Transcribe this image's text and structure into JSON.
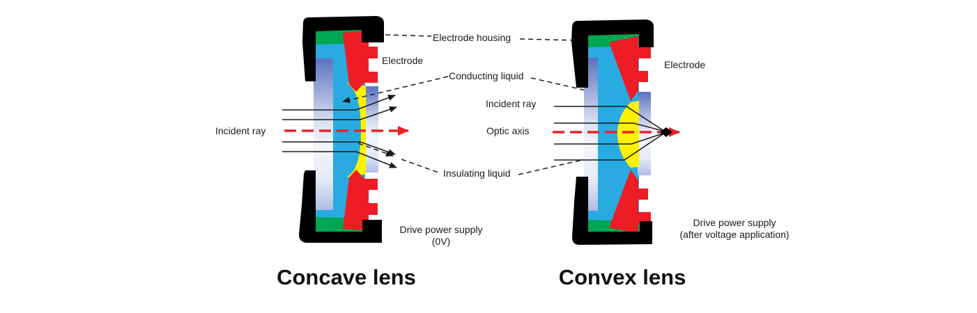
{
  "colors": {
    "black": "#000000",
    "green": "#00A651",
    "blue": "#29ABE2",
    "red": "#EE1C25",
    "yellow": "#FFF200",
    "axis_red": "#EA2127",
    "ray": "#1A1A1A",
    "glass_top": "#5A72C0",
    "glass_upper_mid": "#D9E0F2",
    "glass_mid": "#F3F5FB",
    "glass_lower_mid": "#E4EAF6",
    "glass_bottom": "#AEBDE5",
    "text": "#1A1A1A"
  },
  "labels": {
    "electrode_housing": "Electrode housing",
    "conducting_liquid": "Conducting liquid",
    "insulating_liquid": "Insulating liquid",
    "incident_ray_center": "Incident ray",
    "optic_axis": "Optic axis",
    "incident_ray_left": "Incident ray",
    "electrode_left": "Electrode",
    "electrode_right": "Electrode"
  },
  "left_lens": {
    "title": "Concave lens",
    "power_line1": "Drive power supply",
    "power_line2": "(0V)"
  },
  "right_lens": {
    "title": "Convex lens",
    "power_line1": "Drive power supply",
    "power_line2": "(after voltage application)"
  }
}
